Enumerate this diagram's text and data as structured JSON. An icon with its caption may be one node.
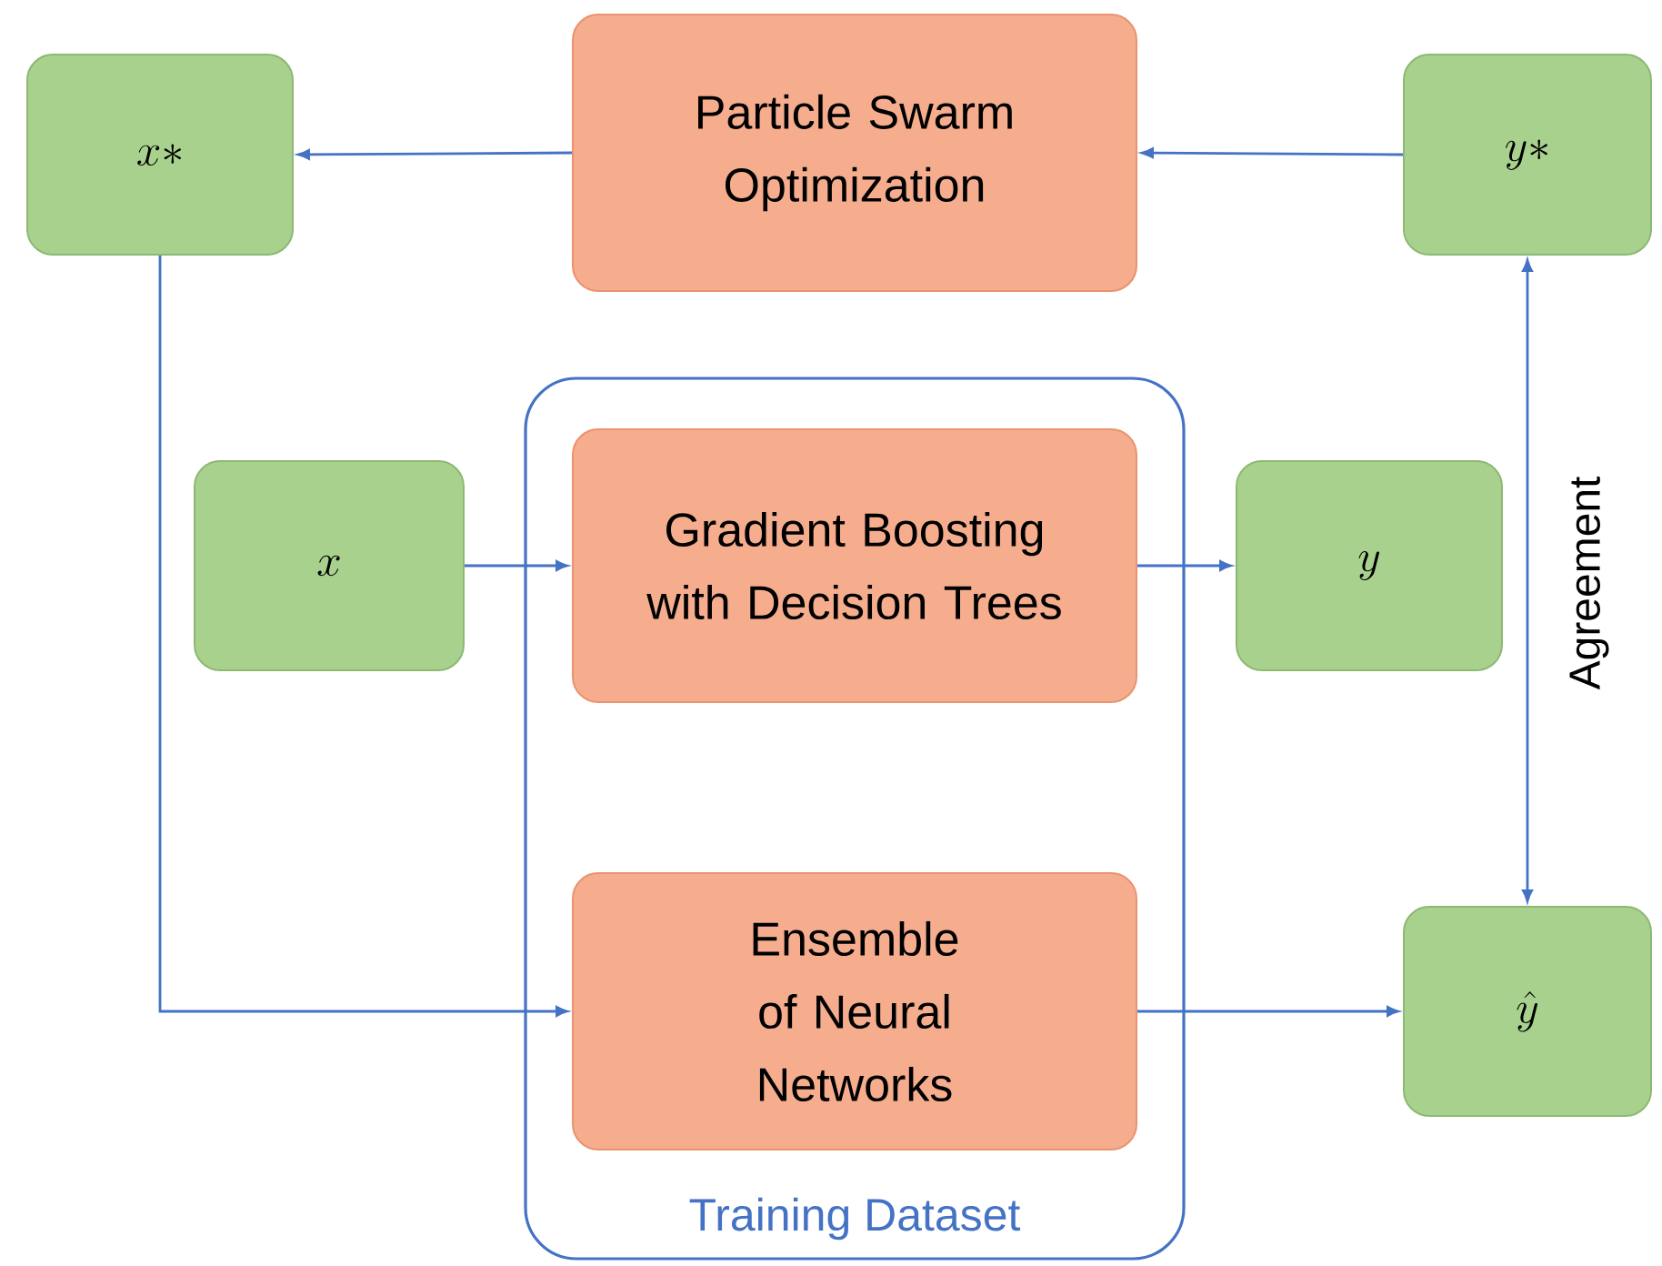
{
  "diagram": {
    "nodes": [
      {
        "text": [
          "x*"
        ]
      },
      {
        "text": [
          "Particle Swarm Optimization"
        ]
      },
      {
        "text": [
          "y*"
        ]
      },
      {
        "text": [
          "Training Dataset"
        ]
      },
      {
        "text": [
          "x"
        ]
      },
      {
        "text": [
          "Gradient Boosting with Decision Trees"
        ],
        "in": 3
      },
      {
        "text": [
          "y"
        ]
      },
      {
        "text": [
          "Ensemble of Neural Networks"
        ],
        "in": 3
      },
      {
        "text": [
          "\\hat{y}"
        ]
      }
    ],
    "edges": [
      {
        "from": 2,
        "to": 1,
        "arrow": "to"
      },
      {
        "from": 1,
        "to": 0,
        "arrow": "to"
      },
      {
        "from": 4,
        "to": 5,
        "arrow": "to"
      },
      {
        "from": 5,
        "to": 6,
        "arrow": "to"
      },
      {
        "from": 0,
        "to": 7,
        "arrow": "to"
      },
      {
        "from": 7,
        "to": 8,
        "arrow": "to"
      },
      {
        "from": 2,
        "to": 8,
        "arrow": "both",
        "label": "Agreement"
      }
    ]
  }
}
